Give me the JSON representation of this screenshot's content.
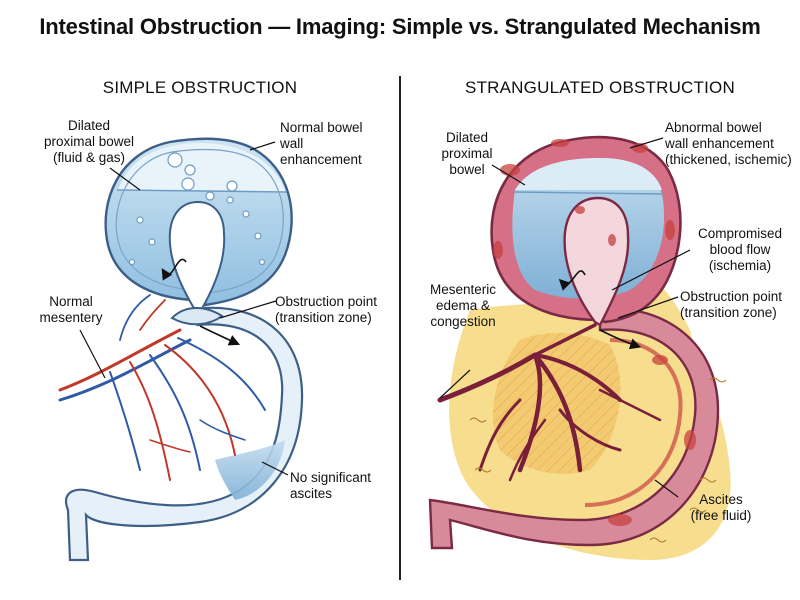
{
  "title": "Intestinal Obstruction — Imaging: Simple vs. Strangulated Mechanism",
  "panels": {
    "simple": {
      "title": "SIMPLE OBSTRUCTION",
      "labels": {
        "dilated": [
          "Dilated",
          "proximal bowel",
          "(fluid & gas)"
        ],
        "enhancement": [
          "Normal bowel",
          "wall",
          "enhancement"
        ],
        "mesentery": [
          "Normal",
          "mesentery"
        ],
        "obstruction": [
          "Obstruction point",
          "(transition zone)"
        ],
        "ascites": [
          "No significant",
          "ascites"
        ]
      }
    },
    "strangulated": {
      "title": "STRANGULATED OBSTRUCTION",
      "labels": {
        "dilated": [
          "Dilated",
          "proximal",
          "bowel"
        ],
        "enhancement": [
          "Abnormal bowel",
          "wall enhancement",
          "(thickened, ischemic)"
        ],
        "blood_flow": [
          "Compromised",
          "blood flow",
          "(ischemia)"
        ],
        "mesenteric": [
          "Mesenteric",
          "edema &",
          "congestion"
        ],
        "obstruction": [
          "Obstruction point",
          "(transition zone)"
        ],
        "ascites": [
          "Ascites",
          "(free fluid)"
        ]
      }
    }
  },
  "colors": {
    "bowel_outline": "#3d5f86",
    "fluid_blue": "#a9cfe8",
    "artery_red": "#c0392b",
    "vein_blue": "#2e5aa8",
    "ischemic_red": "#c8413f",
    "ascites_yellow": "#f6d77a",
    "congested_vessel": "#7a1f3a"
  }
}
